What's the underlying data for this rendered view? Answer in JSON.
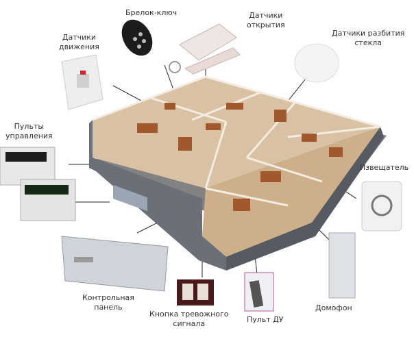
{
  "labels": {
    "keyfob": "Брелок-ключ",
    "door_sensors": [
      "Датчики",
      "открытия"
    ],
    "glass_break": [
      "Датчики разбития",
      "стекла"
    ],
    "motion": [
      "Датчики",
      "движения"
    ],
    "keypads": [
      "Пульты",
      "управления"
    ],
    "siren": "Извещатель",
    "control_panel": [
      "Контрольная",
      "панель"
    ],
    "panic_button": [
      "Кнопка тревожного",
      "сигнала"
    ],
    "remote": "Пульт ДУ",
    "intercom": "Домофон"
  },
  "colors": {
    "wall": "#6b6f78",
    "floor": "#d9c2a3",
    "furniture": "#a0582c"
  }
}
